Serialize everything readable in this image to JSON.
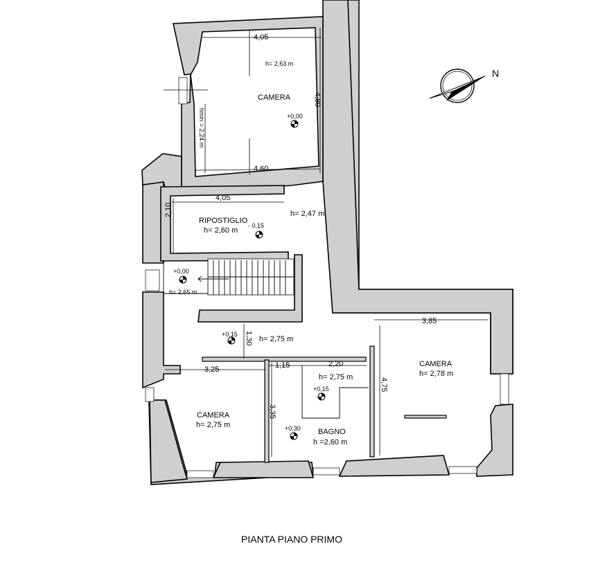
{
  "plan": {
    "title": "PIANTA PIANO PRIMO",
    "north_label": "N",
    "rooms": [
      {
        "name": "CAMERA",
        "height": "h= 2,63 m",
        "hmin": "hmin = 2,24 m",
        "level": "+0,00",
        "dim_top": "4,05",
        "dim_bottom": "4,60",
        "dim_side": "4,80"
      },
      {
        "name": "RIPOSTIGLIO",
        "height": "h= 2,60 m",
        "level": "- 0,15",
        "dim_top": "4,05",
        "dim_side": "2,10"
      },
      {
        "name": "",
        "height": "h= 2,65 m",
        "level": "+0,00"
      },
      {
        "name": "",
        "height": "h= 2,47 m"
      },
      {
        "name": "",
        "height": "h= 2,75 m",
        "level": "+0,15",
        "dim_side": "1,30"
      },
      {
        "name": "CAMERA",
        "height": "h= 2,75 m",
        "dim_top": "3,25"
      },
      {
        "name": "BAGNO",
        "height": "h =2,60 m",
        "level": "+0,30",
        "dim_side": "3,35",
        "dim_top_left": "1,15",
        "dim_top_right": "2,20"
      },
      {
        "name": "",
        "height": "h= 2,75 m",
        "level": "+0,15"
      },
      {
        "name": "CAMERA",
        "height": "h= 2,78 m",
        "dim_top": "3,85",
        "dim_side": "4,75"
      }
    ]
  }
}
